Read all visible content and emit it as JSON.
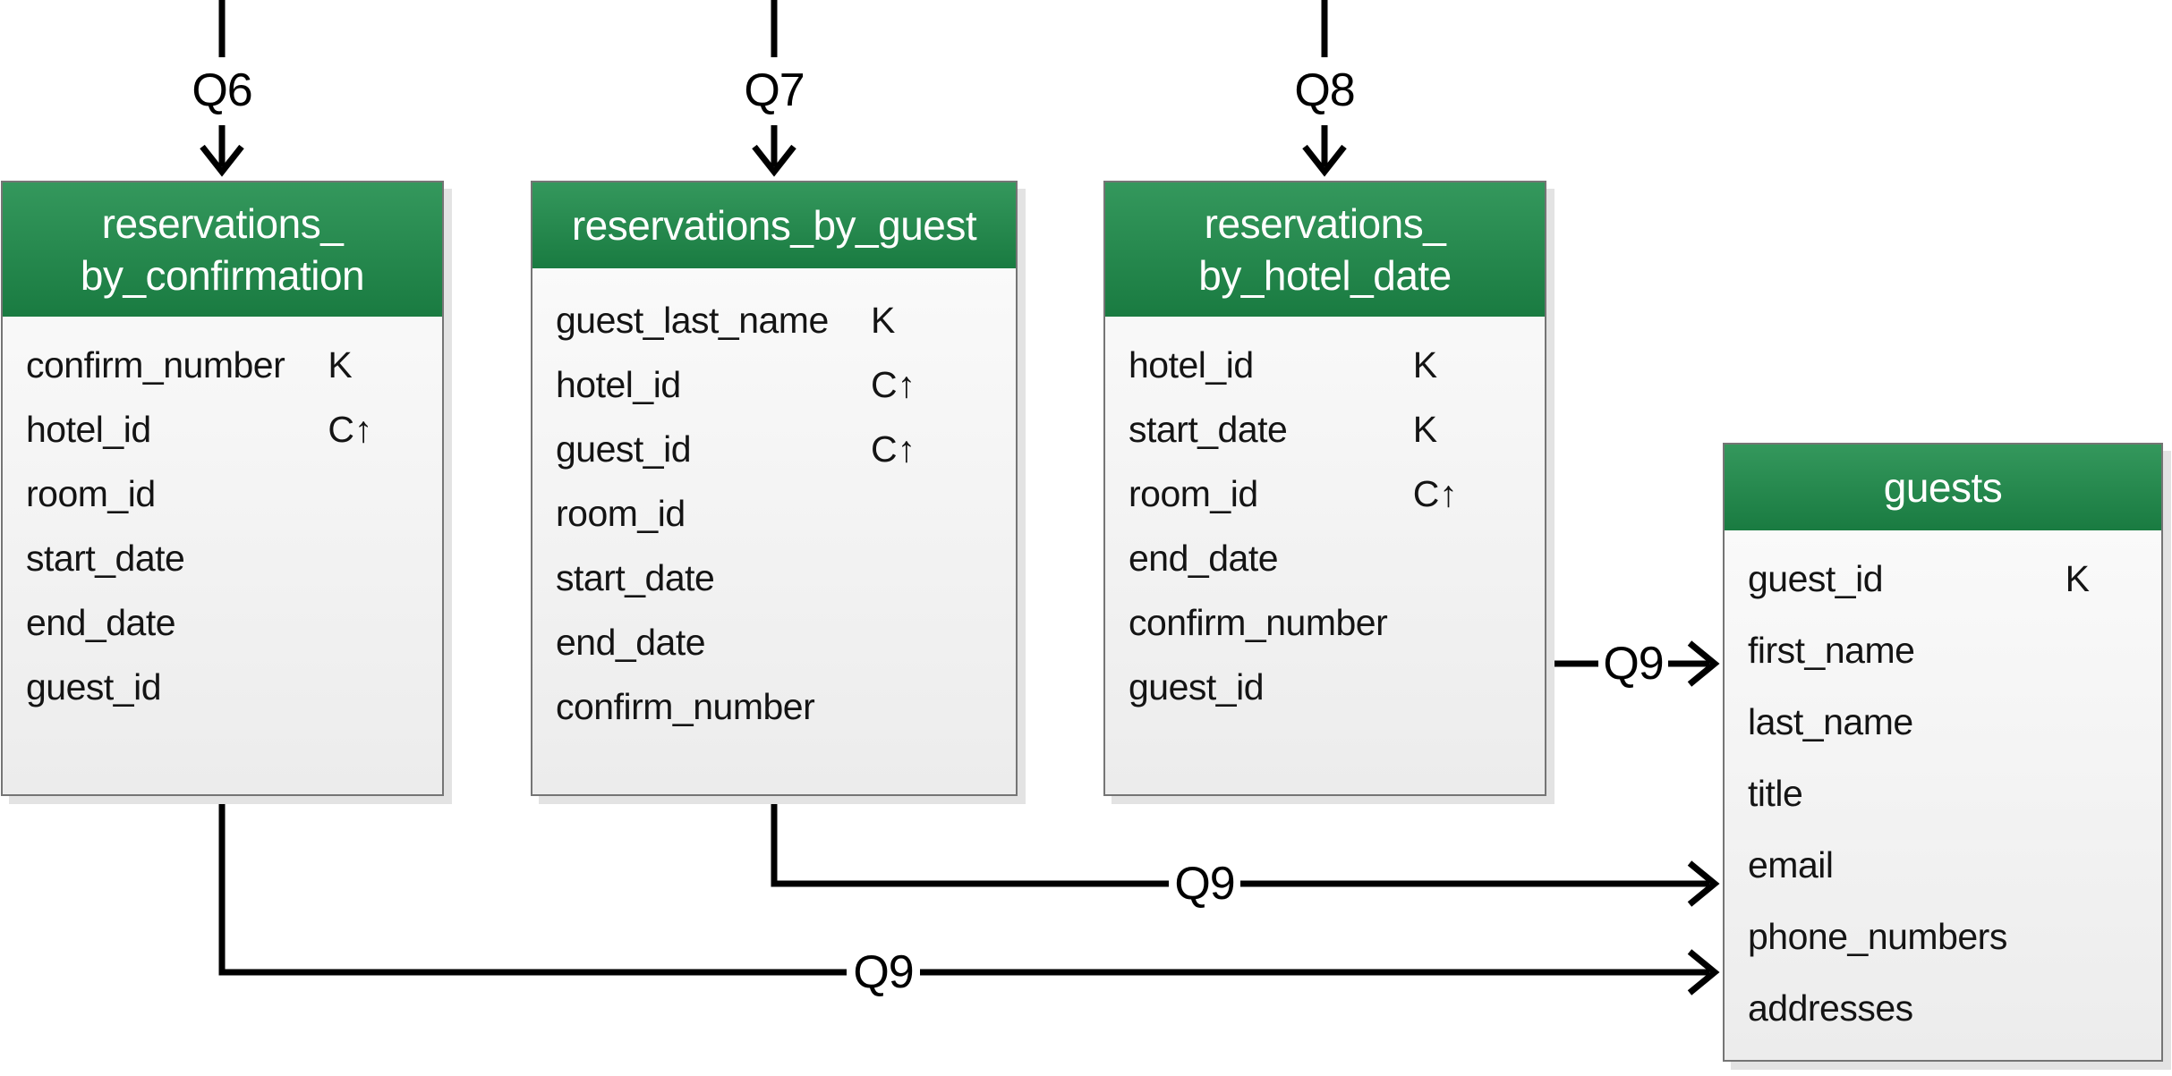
{
  "tables": [
    {
      "name": "reservations_by_confirmation",
      "title_lines": [
        "reservations_",
        "by_confirmation"
      ],
      "fields": [
        {
          "name": "confirm_number",
          "key": "K"
        },
        {
          "name": "hotel_id",
          "key": "C↑"
        },
        {
          "name": "room_id",
          "key": ""
        },
        {
          "name": "start_date",
          "key": ""
        },
        {
          "name": "end_date",
          "key": ""
        },
        {
          "name": "guest_id",
          "key": ""
        }
      ]
    },
    {
      "name": "reservations_by_guest",
      "title_lines": [
        "reservations_by_guest"
      ],
      "fields": [
        {
          "name": "guest_last_name",
          "key": "K"
        },
        {
          "name": "hotel_id",
          "key": "C↑"
        },
        {
          "name": "guest_id",
          "key": "C↑"
        },
        {
          "name": "room_id",
          "key": ""
        },
        {
          "name": "start_date",
          "key": ""
        },
        {
          "name": "end_date",
          "key": ""
        },
        {
          "name": "confirm_number",
          "key": ""
        }
      ]
    },
    {
      "name": "reservations_by_hotel_date",
      "title_lines": [
        "reservations_",
        "by_hotel_date"
      ],
      "fields": [
        {
          "name": "hotel_id",
          "key": "K"
        },
        {
          "name": "start_date",
          "key": "K"
        },
        {
          "name": "room_id",
          "key": "C↑"
        },
        {
          "name": "end_date",
          "key": ""
        },
        {
          "name": "confirm_number",
          "key": ""
        },
        {
          "name": "guest_id",
          "key": ""
        }
      ]
    },
    {
      "name": "guests",
      "title_lines": [
        "guests"
      ],
      "fields": [
        {
          "name": "guest_id",
          "key": "K"
        },
        {
          "name": "first_name",
          "key": ""
        },
        {
          "name": "last_name",
          "key": ""
        },
        {
          "name": "title",
          "key": ""
        },
        {
          "name": "email",
          "key": ""
        },
        {
          "name": "phone_numbers",
          "key": ""
        },
        {
          "name": "addresses",
          "key": ""
        }
      ]
    }
  ],
  "connectors": {
    "q6": {
      "label": "Q6"
    },
    "q7": {
      "label": "Q7"
    },
    "q8": {
      "label": "Q8"
    },
    "q9_hotel_date_to_guests": {
      "label": "Q9"
    },
    "q9_guest_to_guests": {
      "label": "Q9"
    },
    "q9_confirmation_to_guests": {
      "label": "Q9"
    }
  },
  "colors": {
    "header_green": "#1d8c4a",
    "table_border": "#757575",
    "table_shadow": "#e3e3e3",
    "line_black": "#000000"
  }
}
